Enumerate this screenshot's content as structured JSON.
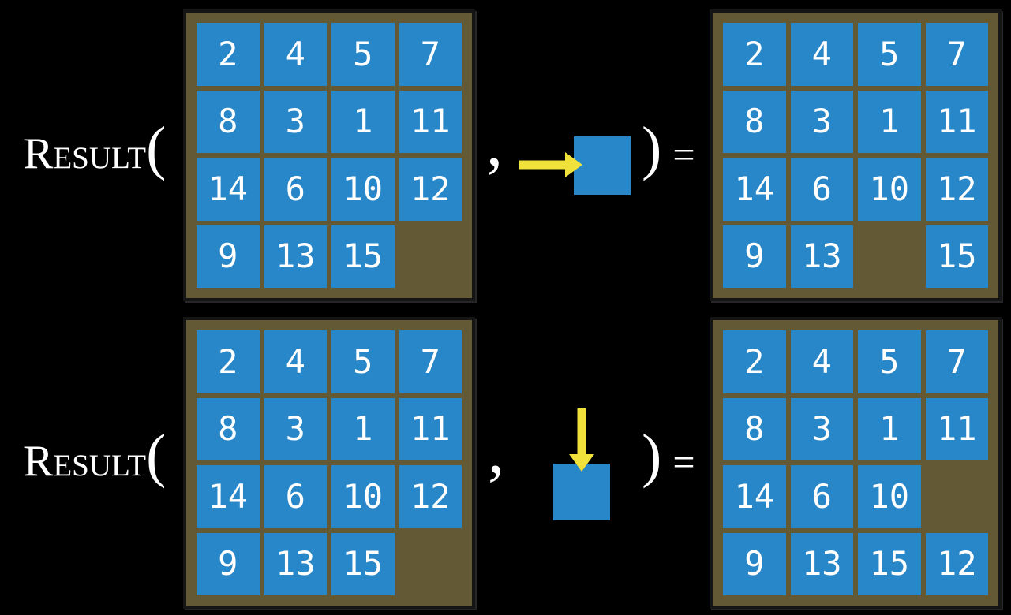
{
  "colors": {
    "background": "#000000",
    "board_bg": "#645935",
    "board_border": "#151515",
    "tile_blue": "#2887c8",
    "tile_text": "#ffffff",
    "arrow_yellow": "#f1e13b",
    "text_white": "#ffffff"
  },
  "examples": [
    {
      "function_label": "Result",
      "open_paren": "(",
      "comma": ",",
      "close_paren": ")",
      "equals": "=",
      "move": {
        "direction": "right",
        "icon": "right-arrow-icon"
      },
      "input_grid": [
        [
          "2",
          "4",
          "5",
          "7"
        ],
        [
          "8",
          "3",
          "1",
          "11"
        ],
        [
          "14",
          "6",
          "10",
          "12"
        ],
        [
          "9",
          "13",
          "15",
          ""
        ]
      ],
      "output_grid": [
        [
          "2",
          "4",
          "5",
          "7"
        ],
        [
          "8",
          "3",
          "1",
          "11"
        ],
        [
          "14",
          "6",
          "10",
          "12"
        ],
        [
          "9",
          "13",
          "",
          "15"
        ]
      ]
    },
    {
      "function_label": "Result",
      "open_paren": "(",
      "comma": ",",
      "close_paren": ")",
      "equals": "=",
      "move": {
        "direction": "down",
        "icon": "down-arrow-icon"
      },
      "input_grid": [
        [
          "2",
          "4",
          "5",
          "7"
        ],
        [
          "8",
          "3",
          "1",
          "11"
        ],
        [
          "14",
          "6",
          "10",
          "12"
        ],
        [
          "9",
          "13",
          "15",
          ""
        ]
      ],
      "output_grid": [
        [
          "2",
          "4",
          "5",
          "7"
        ],
        [
          "8",
          "3",
          "1",
          "11"
        ],
        [
          "14",
          "6",
          "10",
          ""
        ],
        [
          "9",
          "13",
          "15",
          "12"
        ]
      ]
    }
  ]
}
